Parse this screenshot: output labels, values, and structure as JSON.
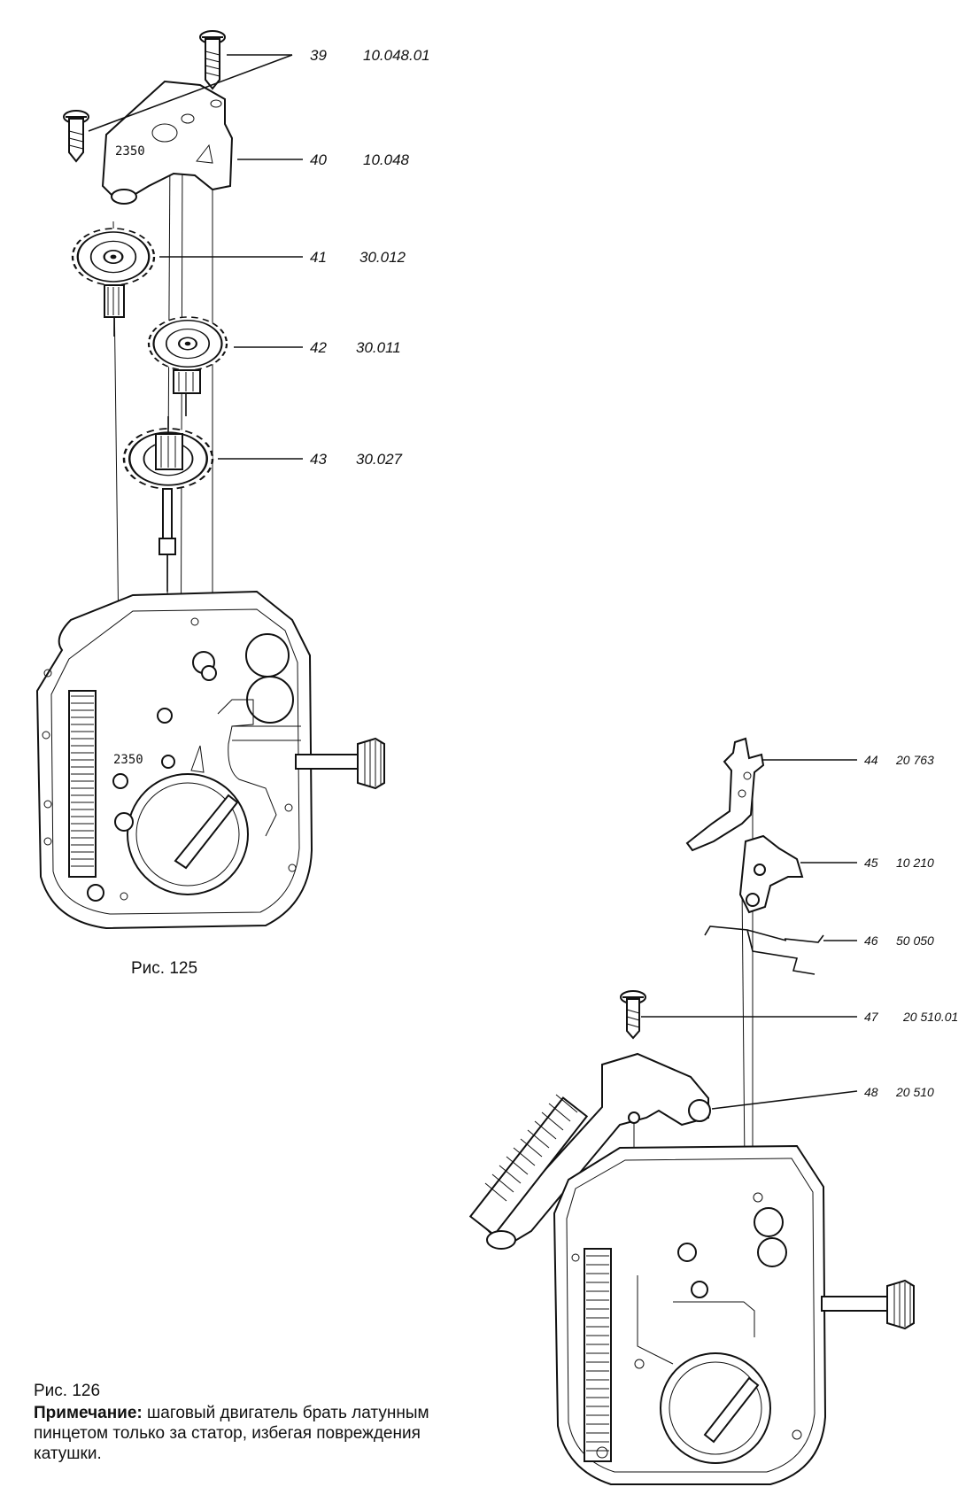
{
  "figure_125": {
    "caption": "Рис. 125",
    "stamp": "2350",
    "parts": [
      {
        "pos": "39",
        "code": "10.048.01"
      },
      {
        "pos": "40",
        "code": "10.048"
      },
      {
        "pos": "41",
        "code": "30.012"
      },
      {
        "pos": "42",
        "code": "30.011"
      },
      {
        "pos": "43",
        "code": "30.027"
      }
    ]
  },
  "figure_126": {
    "caption": "Рис. 126",
    "note_label": "Примечание:",
    "note_text": " шаговый двигатель брать латунным пинцетом только за статор, избегая повреждения катушки.",
    "parts": [
      {
        "pos": "44",
        "code": "20 763"
      },
      {
        "pos": "45",
        "code": "10 210"
      },
      {
        "pos": "46",
        "code": "50 050"
      },
      {
        "pos": "47",
        "code": "20 510.01"
      },
      {
        "pos": "48",
        "code": "20 510"
      }
    ]
  }
}
